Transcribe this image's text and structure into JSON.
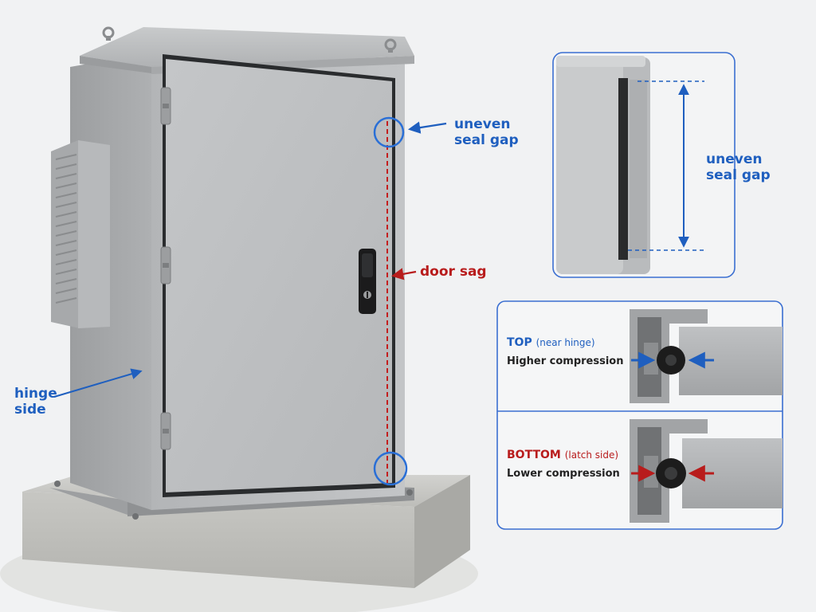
{
  "labels": {
    "uneven_seal_gap_main": [
      "uneven",
      "seal gap"
    ],
    "door_sag": "door sag",
    "hinge_side": [
      "hinge",
      "side"
    ],
    "uneven_seal_gap_detail": [
      "uneven",
      "seal gap"
    ],
    "top_title": "TOP",
    "top_note": "(near hinge)",
    "top_desc": "Higher compression",
    "bottom_title": "BOTTOM",
    "bottom_note": "(latch side)",
    "bottom_desc": "Lower compression"
  },
  "colors": {
    "callout_blue": "#1f5fbf",
    "sag_red": "#b81c1c",
    "steel": "#a9abad",
    "gasket": "#1c1c1c",
    "concrete": "#c9c9c6"
  },
  "icons": {
    "latch": "latch-handle-icon",
    "hinge": "hinge-icon",
    "lifting_eye": "lifting-eye-icon"
  }
}
